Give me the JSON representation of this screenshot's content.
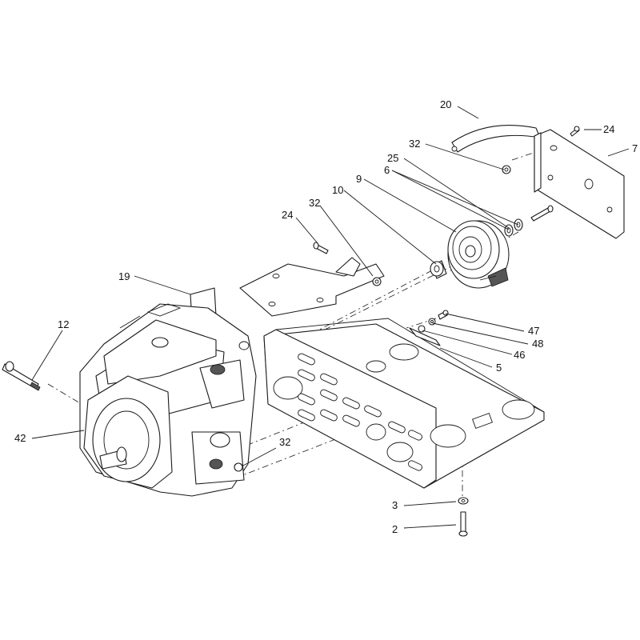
{
  "callouts": {
    "c20": "20",
    "c24_top": "24",
    "c7": "7",
    "c32_top": "32",
    "c25": "25",
    "c6": "6",
    "c9": "9",
    "c10": "10",
    "c32_mid": "32",
    "c24_mid": "24",
    "c19": "19",
    "c12": "12",
    "c47": "47",
    "c48": "48",
    "c46": "46",
    "c5": "5",
    "c42": "42",
    "c32_low": "32",
    "c3": "3",
    "c2": "2"
  }
}
